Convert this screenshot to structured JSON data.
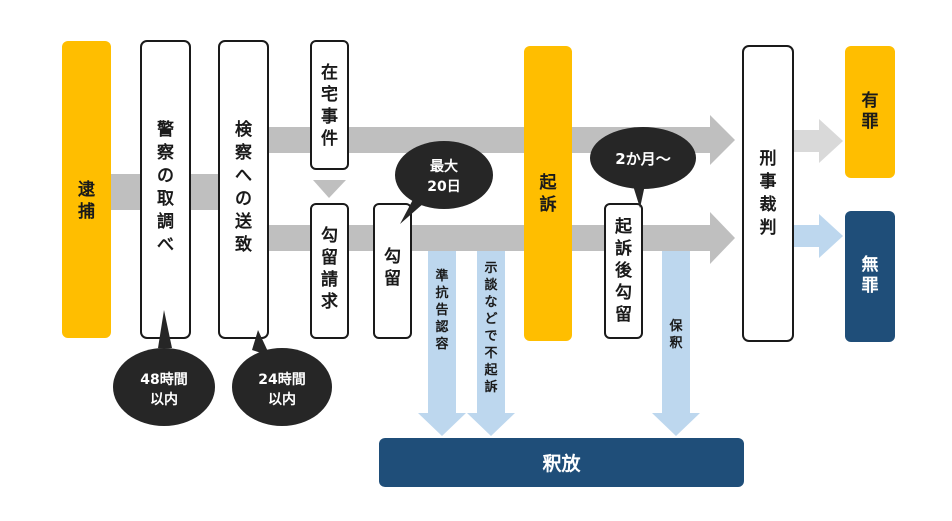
{
  "nodes": {
    "arrest": "逮捕",
    "police": "警察の取調べ",
    "referral": "検察への送致",
    "zaitaku": "在宅事件",
    "detention_request": "勾留請求",
    "detention": "勾留",
    "indictment": "起訴",
    "post_detention": "起訴後勾留",
    "trial": "刑事裁判",
    "guilty": "有罪",
    "not_guilty": "無罪",
    "release": "釈放"
  },
  "labels": {
    "quasi_kokuso": "準抗告認容",
    "settlement": "示談などで不起訴",
    "bail": "保釈"
  },
  "bubbles": {
    "police_limit": [
      "48時間",
      "以内"
    ],
    "prosecutor_limit": [
      "24時間",
      "以内"
    ],
    "detention_max": [
      "最大",
      "20日"
    ],
    "post_duration": "2か月～"
  },
  "colors": {
    "yellow": "#FFBE00",
    "navy": "#1F4E79",
    "gray_arrow": "#BFBFBF",
    "light_gray_arrow": "#D9D9D9",
    "blue_arrow": "#BDD7EE",
    "bubble": "#262626"
  }
}
